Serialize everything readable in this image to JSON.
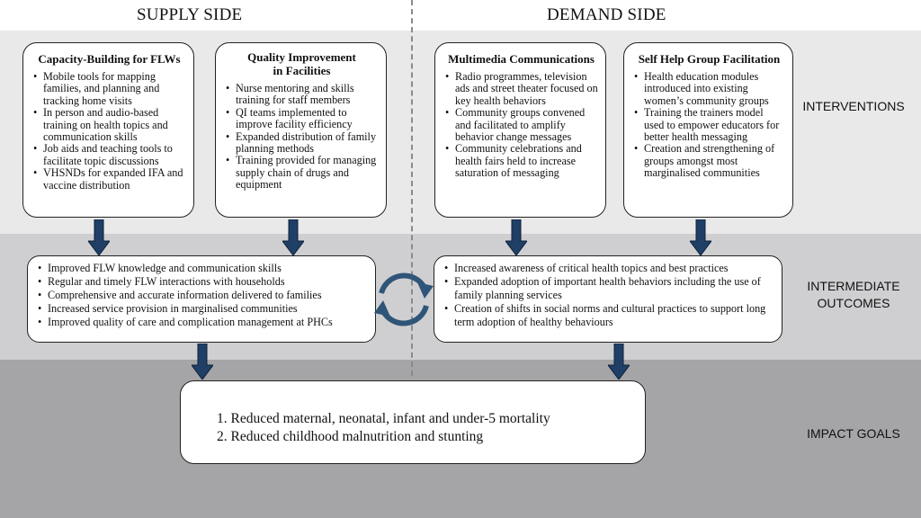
{
  "headings": {
    "supply": "SUPPLY SIDE",
    "demand": "DEMAND SIDE"
  },
  "levels": {
    "interventions": "INTERVENTIONS",
    "intermediate": "INTERMEDIATE OUTCOMES",
    "impact": "IMPACT GOALS"
  },
  "interventions": {
    "flw": {
      "title": "Capacity-Building for FLWs",
      "items": [
        "Mobile tools for mapping families, and planning and tracking home visits",
        "In person and audio-based training on health topics and communication skills",
        "Job aids and teaching tools to facilitate topic discussions",
        "VHSNDs for expanded IFA and vaccine distribution"
      ]
    },
    "qi": {
      "title_line1": "Quality Improvement",
      "title_line2": "in Facilities",
      "items": [
        "Nurse mentoring and skills training for staff members",
        "QI teams implemented to improve facility efficiency",
        "Expanded distribution of family planning methods",
        "Training provided for managing supply chain of drugs and equipment"
      ]
    },
    "mm": {
      "title": "Multimedia Communications",
      "items": [
        "Radio programmes, television ads and street theater focused on key health behaviors",
        "Community groups convened and facilitated to amplify behavior change messages",
        "Community celebrations and health fairs held to increase saturation of messaging"
      ]
    },
    "shg": {
      "title": "Self Help Group Facilitation",
      "items": [
        "Health education modules introduced into existing women’s community groups",
        "Training the trainers model used to empower educators for better health messaging",
        "Creation and strengthening of groups amongst most marginalised communities"
      ]
    }
  },
  "intermediate": {
    "supply": [
      "Improved FLW knowledge and communication skills",
      "Regular and timely FLW interactions with households",
      "Comprehensive and accurate information delivered to families",
      "Increased service provision in marginalised communities",
      "Improved quality of care and complication management at PHCs"
    ],
    "demand": [
      "Increased awareness of critical health topics and best practices",
      "Expanded adoption of important health behaviors including the use of family planning services",
      "Creation of shifts in social norms and cultural practices to support long term adoption of healthy behaviours"
    ]
  },
  "impact": [
    "1.  Reduced maternal, neonatal, infant and under-5 mortality",
    "2.  Reduced childhood malnutrition and stunting"
  ],
  "colors": {
    "arrow": "#1f3f66",
    "arrow_outline": "#0f2238",
    "cycle": "#2f5578"
  }
}
